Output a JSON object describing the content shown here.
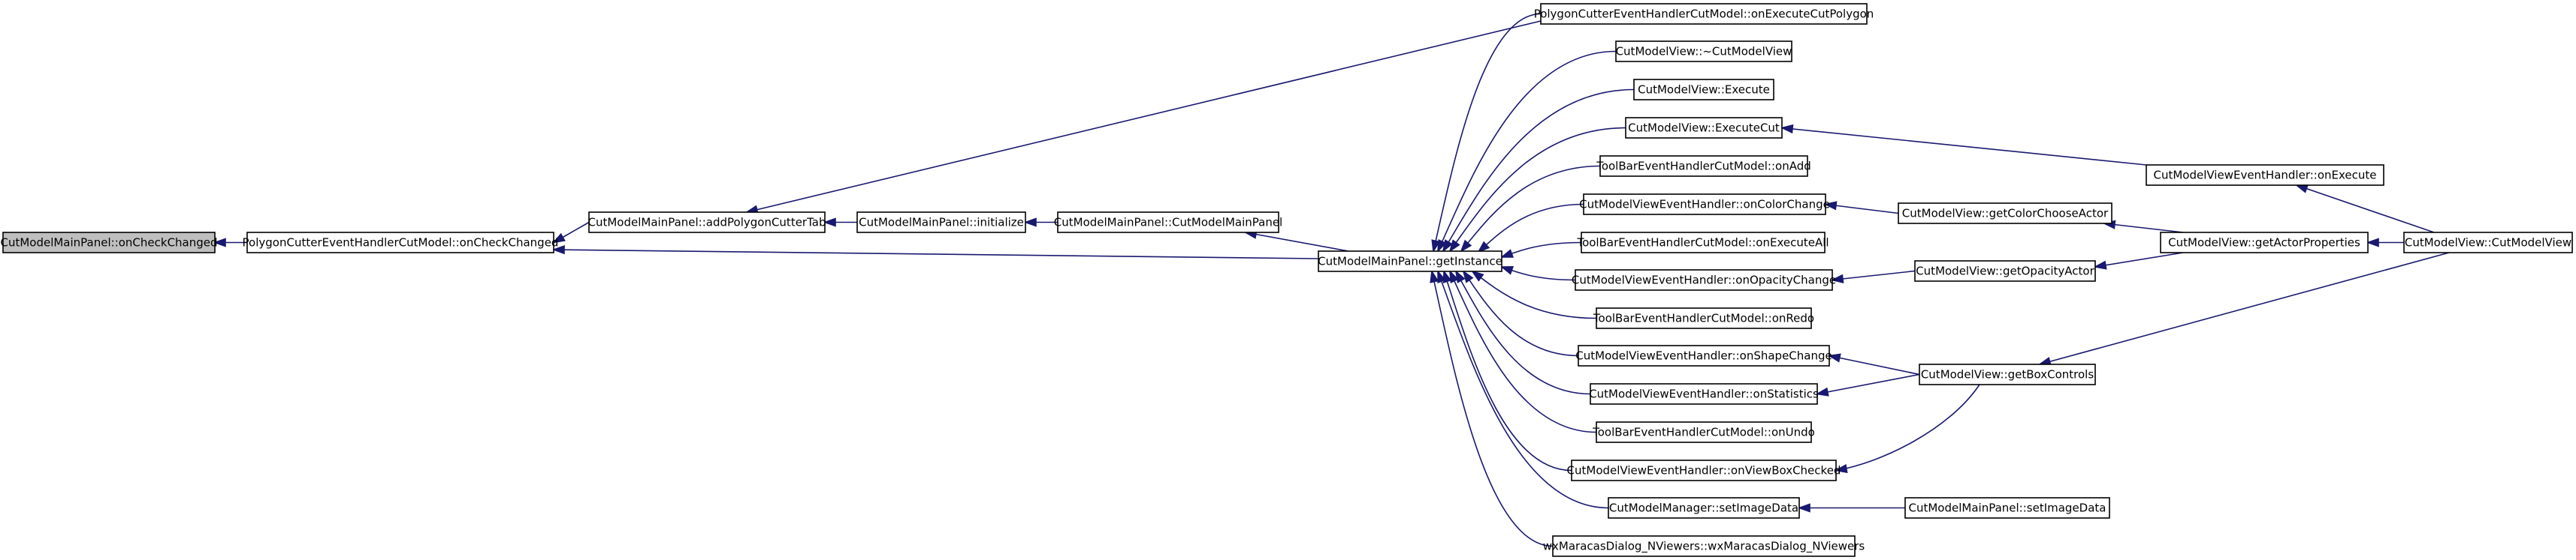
{
  "diagram": {
    "type": "call-graph",
    "edge_color": "#191970",
    "highlight_fill": "#bfbfbf",
    "nodes": [
      {
        "id": "onCheckChangedPanel",
        "label": "CutModelMainPanel::onCheckChanged",
        "highlight": true
      },
      {
        "id": "onCheckChangedHandler",
        "label": "PolygonCutterEventHandlerCutModel::onCheckChanged"
      },
      {
        "id": "addPolygonCutterTab",
        "label": "CutModelMainPanel::addPolygonCutterTab"
      },
      {
        "id": "initialize",
        "label": "CutModelMainPanel::initialize"
      },
      {
        "id": "ctorMainPanel",
        "label": "CutModelMainPanel::CutModelMainPanel"
      },
      {
        "id": "getInstance",
        "label": "CutModelMainPanel::getInstance"
      },
      {
        "id": "onExecuteCutPolygon",
        "label": "PolygonCutterEventHandlerCutModel::onExecuteCutPolygon"
      },
      {
        "id": "dtorView",
        "label": "CutModelView::~CutModelView"
      },
      {
        "id": "execute",
        "label": "CutModelView::Execute"
      },
      {
        "id": "executeCut",
        "label": "CutModelView::ExecuteCut"
      },
      {
        "id": "onAdd",
        "label": "ToolBarEventHandlerCutModel::onAdd"
      },
      {
        "id": "onColorChange",
        "label": "CutModelViewEventHandler::onColorChange"
      },
      {
        "id": "onExecuteAll",
        "label": "ToolBarEventHandlerCutModel::onExecuteAll"
      },
      {
        "id": "onOpacityChange",
        "label": "CutModelViewEventHandler::onOpacityChange"
      },
      {
        "id": "onRedo",
        "label": "ToolBarEventHandlerCutModel::onRedo"
      },
      {
        "id": "onShapeChange",
        "label": "CutModelViewEventHandler::onShapeChange"
      },
      {
        "id": "onStatistics",
        "label": "CutModelViewEventHandler::onStatistics"
      },
      {
        "id": "onUndo",
        "label": "ToolBarEventHandlerCutModel::onUndo"
      },
      {
        "id": "onViewBoxChecked",
        "label": "CutModelViewEventHandler::onViewBoxChecked"
      },
      {
        "id": "setImageDataManager",
        "label": "CutModelManager::setImageData"
      },
      {
        "id": "wxMaracas",
        "label": "wxMaracasDialog_NViewers::wxMaracasDialog_NViewers"
      },
      {
        "id": "getColorChooseActor",
        "label": "CutModelView::getColorChooseActor"
      },
      {
        "id": "getOpacityActor",
        "label": "CutModelView::getOpacityActor"
      },
      {
        "id": "getBoxControls",
        "label": "CutModelView::getBoxControls"
      },
      {
        "id": "setImageDataPanel",
        "label": "CutModelMainPanel::setImageData"
      },
      {
        "id": "onExecuteHandler",
        "label": "CutModelViewEventHandler::onExecute"
      },
      {
        "id": "getActorProperties",
        "label": "CutModelView::getActorProperties"
      },
      {
        "id": "ctorView",
        "label": "CutModelView::CutModelView"
      }
    ],
    "edges": [
      {
        "from": "onCheckChangedHandler",
        "to": "onCheckChangedPanel"
      },
      {
        "from": "addPolygonCutterTab",
        "to": "onCheckChangedHandler"
      },
      {
        "from": "getInstance",
        "to": "onCheckChangedHandler"
      },
      {
        "from": "initialize",
        "to": "addPolygonCutterTab"
      },
      {
        "from": "onExecuteCutPolygon",
        "to": "addPolygonCutterTab"
      },
      {
        "from": "ctorMainPanel",
        "to": "initialize"
      },
      {
        "from": "getInstance",
        "to": "ctorMainPanel"
      },
      {
        "from": "onExecuteCutPolygon",
        "to": "getInstance"
      },
      {
        "from": "dtorView",
        "to": "getInstance"
      },
      {
        "from": "execute",
        "to": "getInstance"
      },
      {
        "from": "executeCut",
        "to": "getInstance"
      },
      {
        "from": "onAdd",
        "to": "getInstance"
      },
      {
        "from": "onColorChange",
        "to": "getInstance"
      },
      {
        "from": "onExecuteAll",
        "to": "getInstance"
      },
      {
        "from": "onOpacityChange",
        "to": "getInstance"
      },
      {
        "from": "onRedo",
        "to": "getInstance"
      },
      {
        "from": "onShapeChange",
        "to": "getInstance"
      },
      {
        "from": "onStatistics",
        "to": "getInstance"
      },
      {
        "from": "onUndo",
        "to": "getInstance"
      },
      {
        "from": "onViewBoxChecked",
        "to": "getInstance"
      },
      {
        "from": "setImageDataManager",
        "to": "getInstance"
      },
      {
        "from": "wxMaracas",
        "to": "getInstance"
      },
      {
        "from": "onExecuteHandler",
        "to": "executeCut"
      },
      {
        "from": "getColorChooseActor",
        "to": "onColorChange"
      },
      {
        "from": "getOpacityActor",
        "to": "onOpacityChange"
      },
      {
        "from": "getBoxControls",
        "to": "onShapeChange"
      },
      {
        "from": "getBoxControls",
        "to": "onStatistics"
      },
      {
        "from": "getBoxControls",
        "to": "onViewBoxChecked"
      },
      {
        "from": "setImageDataPanel",
        "to": "setImageDataManager"
      },
      {
        "from": "ctorView",
        "to": "onExecuteHandler"
      },
      {
        "from": "getActorProperties",
        "to": "getColorChooseActor"
      },
      {
        "from": "getActorProperties",
        "to": "getOpacityActor"
      },
      {
        "from": "ctorView",
        "to": "getActorProperties"
      },
      {
        "from": "ctorView",
        "to": "getBoxControls"
      }
    ]
  }
}
